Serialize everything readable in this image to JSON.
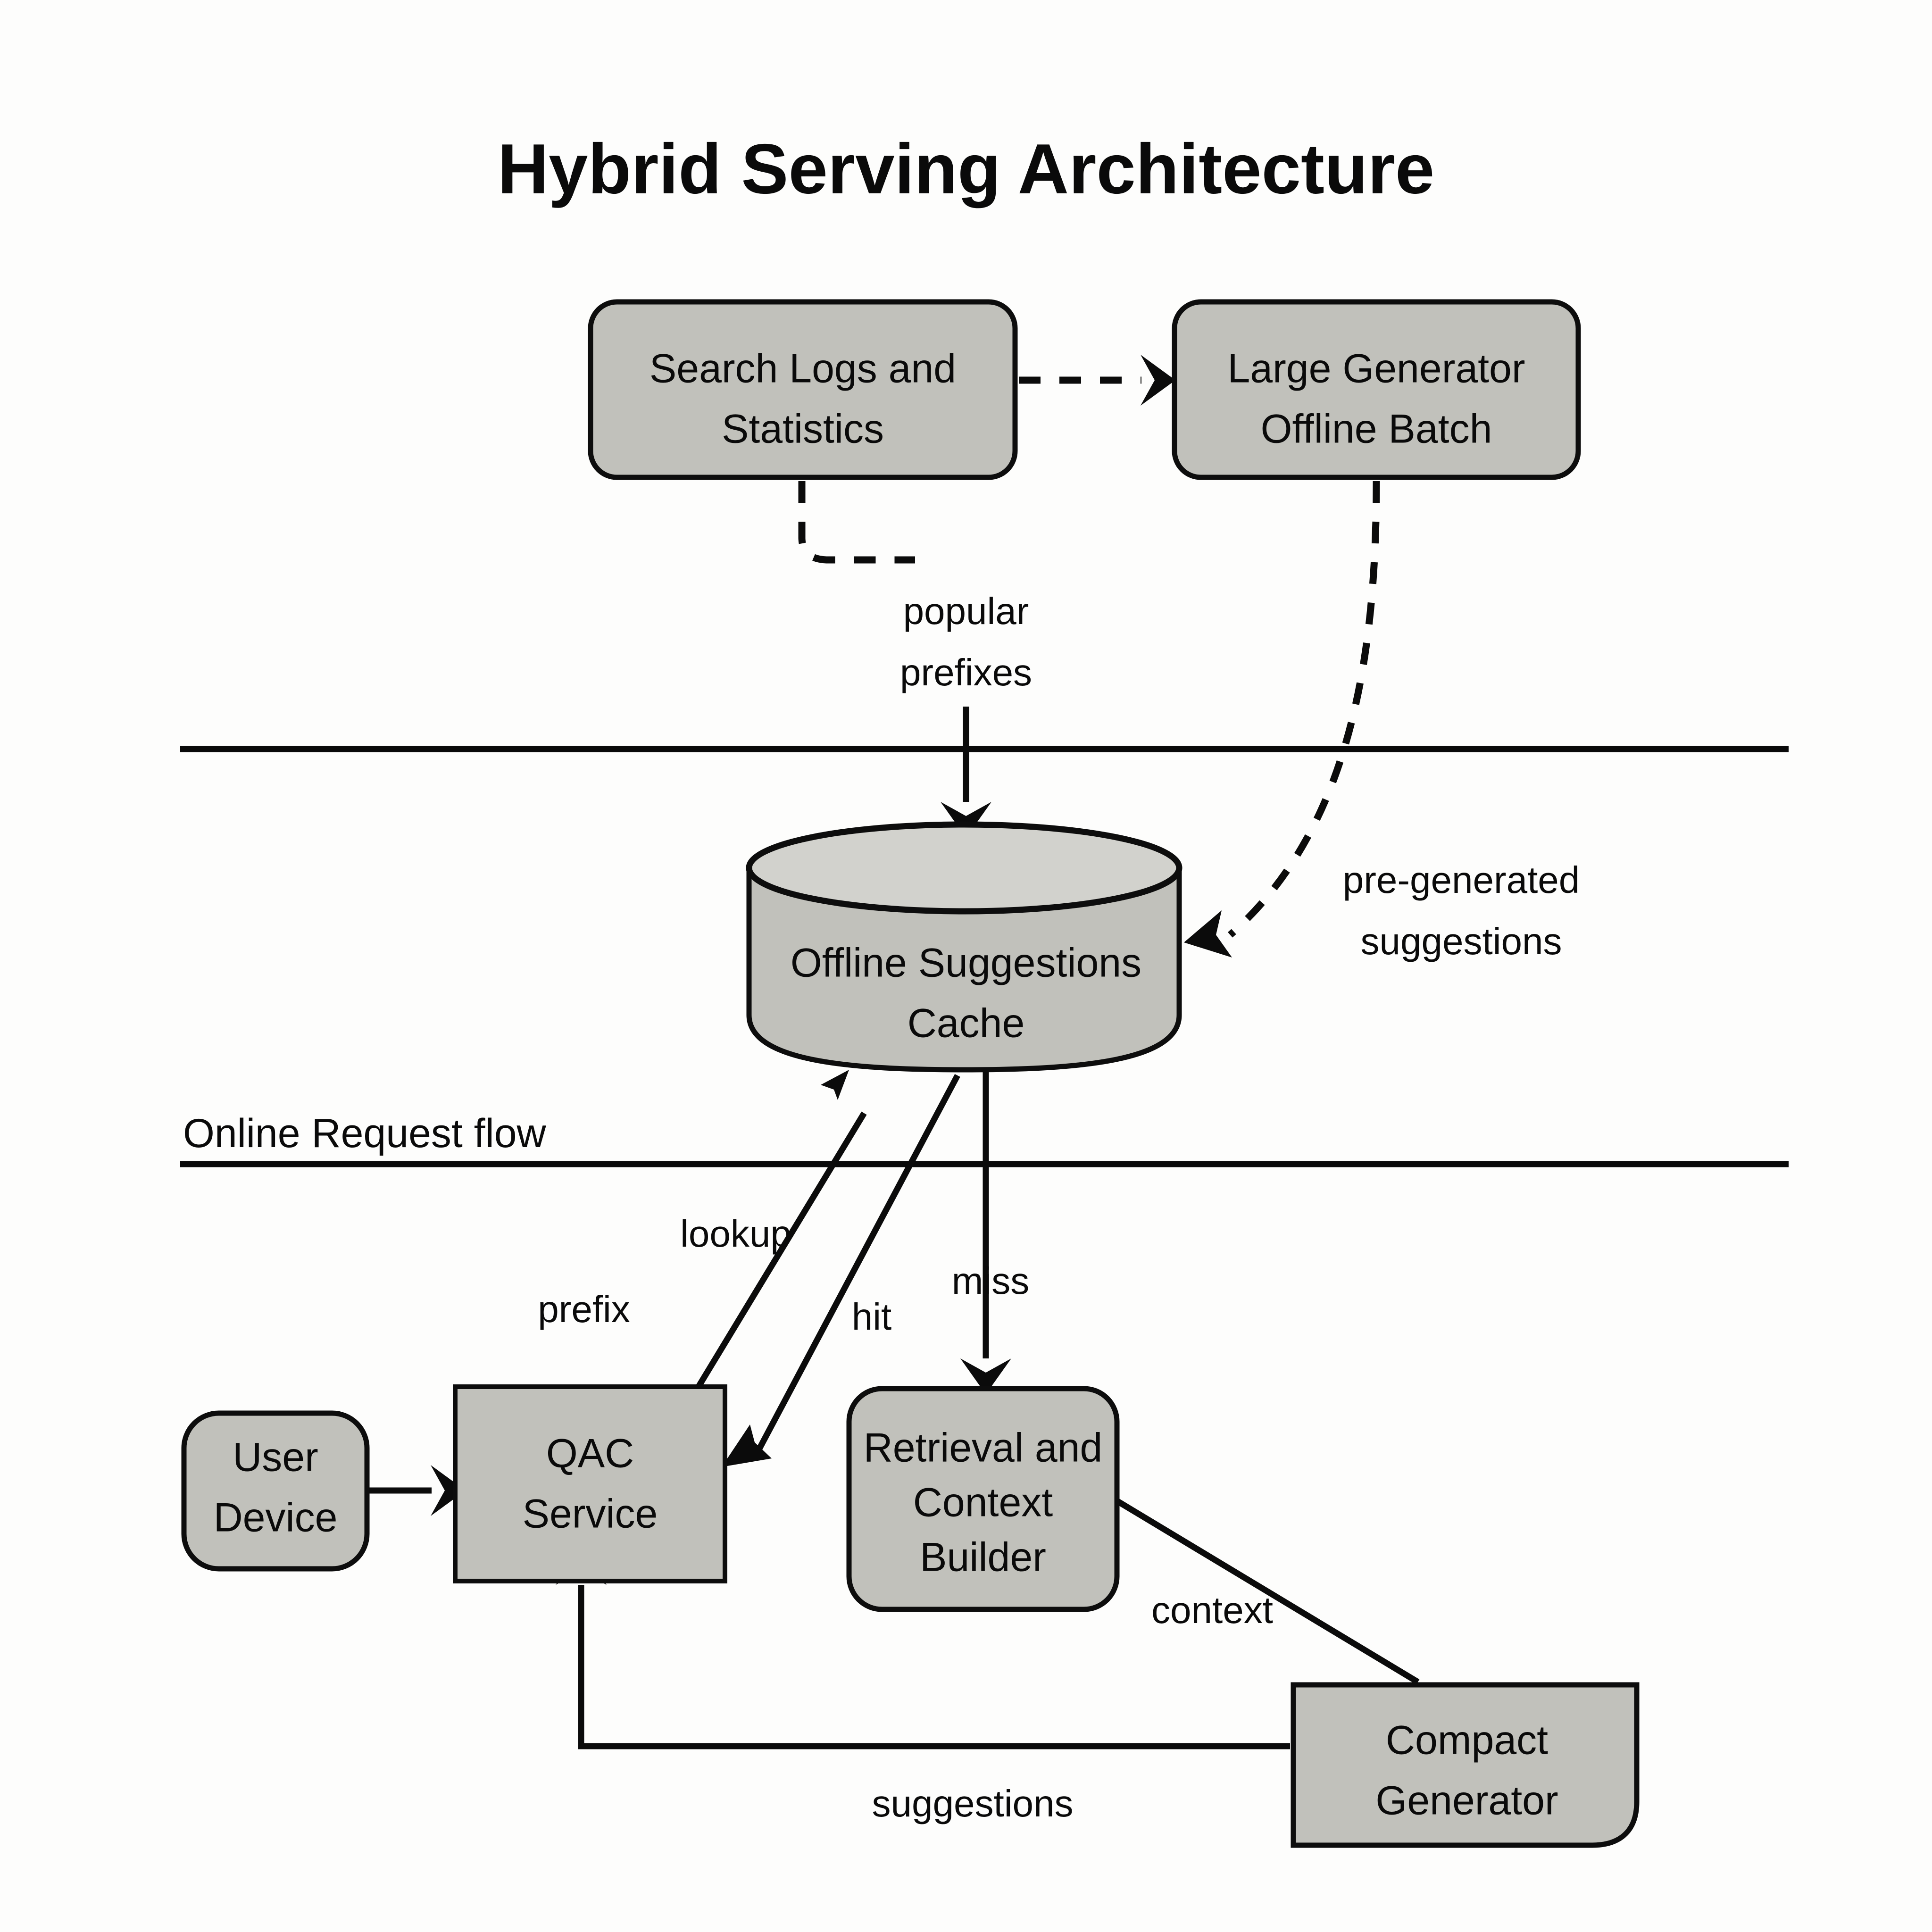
{
  "title": "Hybrid Serving Architecture",
  "colors": {
    "node_fill": "#c1c1bb",
    "cylinder_top_fill": "#d2d2cd",
    "stroke": "#0b0b0b",
    "background": "#fdfdfc"
  },
  "bands": {
    "online_label": "Online Request flow"
  },
  "nodes": {
    "search_logs": {
      "line1": "Search Logs and",
      "line2": "Statistics"
    },
    "large_generator": {
      "line1": "Large Generator",
      "line2": "Offline Batch"
    },
    "offline_cache": {
      "line1": "Offline Suggestions",
      "line2": "Cache"
    },
    "user_device": {
      "line1": "User",
      "line2": "Device"
    },
    "qac_service": {
      "line1": "QAC",
      "line2": "Service"
    },
    "retrieval_builder": {
      "line1": "Retrieval and",
      "line2": "Context",
      "line3": "Builder"
    },
    "compact_generator": {
      "line1": "Compact",
      "line2": "Generator"
    }
  },
  "edges": {
    "logs_to_generator": {
      "label": "",
      "style": "dashed"
    },
    "logs_to_cache": {
      "label_line1": "popular",
      "label_line2": "prefixes",
      "style": "dashed-then-solid"
    },
    "generator_to_cache": {
      "label_line1": "pre-generated",
      "label_line2": "suggestions",
      "style": "dashed"
    },
    "user_to_qac": {
      "label": "",
      "style": "solid"
    },
    "qac_to_cache": {
      "label_line1": "lookup",
      "label_line2": "prefix",
      "style": "solid"
    },
    "cache_hit_to_qac": {
      "label": "hit",
      "style": "solid"
    },
    "cache_miss_to_retrieval": {
      "label": "miss",
      "style": "solid"
    },
    "retrieval_to_compact": {
      "label": "context",
      "style": "solid"
    },
    "compact_to_qac": {
      "label": "suggestions",
      "style": "solid"
    }
  }
}
